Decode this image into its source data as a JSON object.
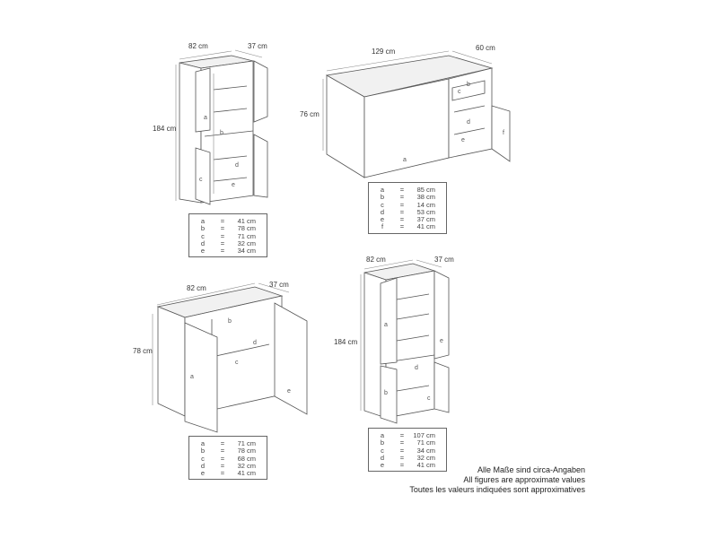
{
  "top_left": {
    "width": "82 cm",
    "depth": "37 cm",
    "height": "184 cm",
    "tags": [
      "a",
      "b",
      "c",
      "d",
      "e"
    ],
    "legend": [
      {
        "key": "a",
        "value": "41 cm"
      },
      {
        "key": "b",
        "value": "78 cm"
      },
      {
        "key": "c",
        "value": "71 cm"
      },
      {
        "key": "d",
        "value": "32 cm"
      },
      {
        "key": "e",
        "value": "34 cm"
      }
    ]
  },
  "top_right": {
    "width": "129 cm",
    "depth": "60 cm",
    "height": "76 cm",
    "tags": [
      "a",
      "b",
      "c",
      "d",
      "e",
      "f"
    ],
    "legend": [
      {
        "key": "a",
        "value": "85 cm"
      },
      {
        "key": "b",
        "value": "38 cm"
      },
      {
        "key": "c",
        "value": "14 cm"
      },
      {
        "key": "d",
        "value": "53 cm"
      },
      {
        "key": "e",
        "value": "37 cm"
      },
      {
        "key": "f",
        "value": "41 cm"
      }
    ]
  },
  "bottom_left": {
    "width": "82 cm",
    "depth": "37 cm",
    "height": "78 cm",
    "tags": [
      "a",
      "b",
      "c",
      "d",
      "e"
    ],
    "legend": [
      {
        "key": "a",
        "value": "71 cm"
      },
      {
        "key": "b",
        "value": "78 cm"
      },
      {
        "key": "c",
        "value": "68 cm"
      },
      {
        "key": "d",
        "value": "32 cm"
      },
      {
        "key": "e",
        "value": "41 cm"
      }
    ]
  },
  "bottom_right": {
    "width": "82 cm",
    "depth": "37 cm",
    "height": "184 cm",
    "tags": [
      "a",
      "b",
      "c",
      "d",
      "e"
    ],
    "legend": [
      {
        "key": "a",
        "value": "107 cm"
      },
      {
        "key": "b",
        "value": "71 cm"
      },
      {
        "key": "c",
        "value": "34 cm"
      },
      {
        "key": "d",
        "value": "32 cm"
      },
      {
        "key": "e",
        "value": "41 cm"
      }
    ]
  },
  "equals_sign": "=",
  "note": {
    "de": "Alle Maße sind circa-Angaben",
    "en": "All figures are approximate values",
    "fr": "Toutes les valeurs indiquées sont approximatives"
  }
}
